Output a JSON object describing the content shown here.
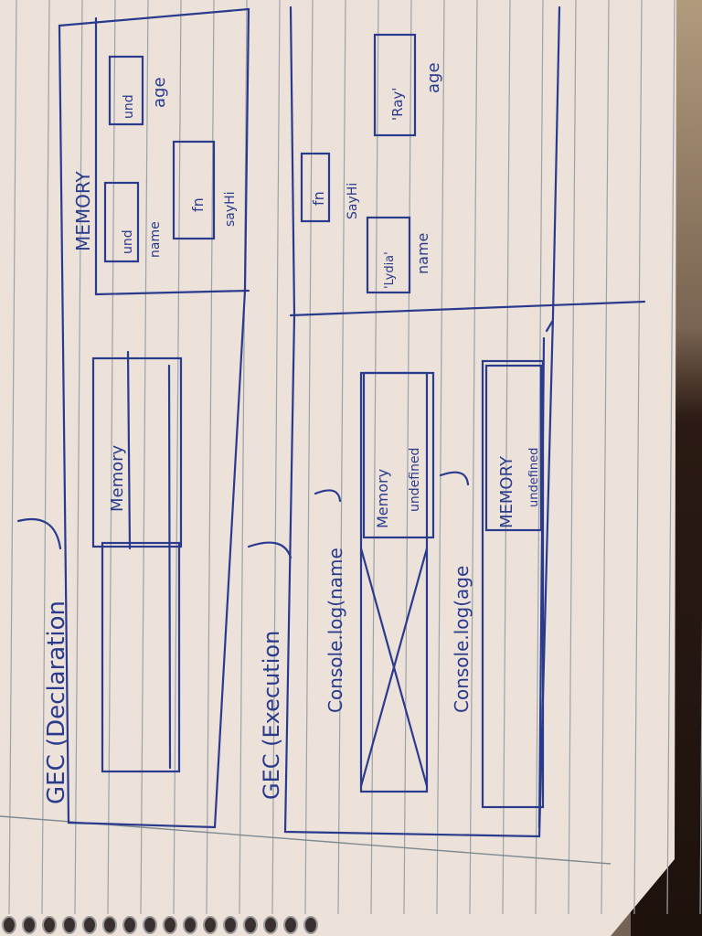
{
  "notebook": {
    "sections": [
      {
        "heading": "GEC (Declaration",
        "memory_label": "MEMORY",
        "memory_items": [
          {
            "value": "und",
            "var": "name"
          },
          {
            "value": "fn",
            "var": "sayHi"
          },
          {
            "value": "und",
            "var": "age"
          }
        ],
        "stack_label": "Memory"
      },
      {
        "heading": "GEC (Execution",
        "memory_items": [
          {
            "value": "fn",
            "var": "SayHi"
          },
          {
            "value": "'Lydia'",
            "var": "name"
          },
          {
            "value": "'Ray'",
            "var": "age"
          }
        ],
        "call_1": "Console.log(name",
        "call_1_memory": "Memory",
        "call_1_value": "undefined",
        "call_2": "Console.log(age",
        "call_2_memory": "MEMORY",
        "call_2_value": "undefined"
      }
    ]
  },
  "colors": {
    "ink": "#2a3a8c",
    "paper": "#e9ded6",
    "rule": "#9aa3a8"
  }
}
